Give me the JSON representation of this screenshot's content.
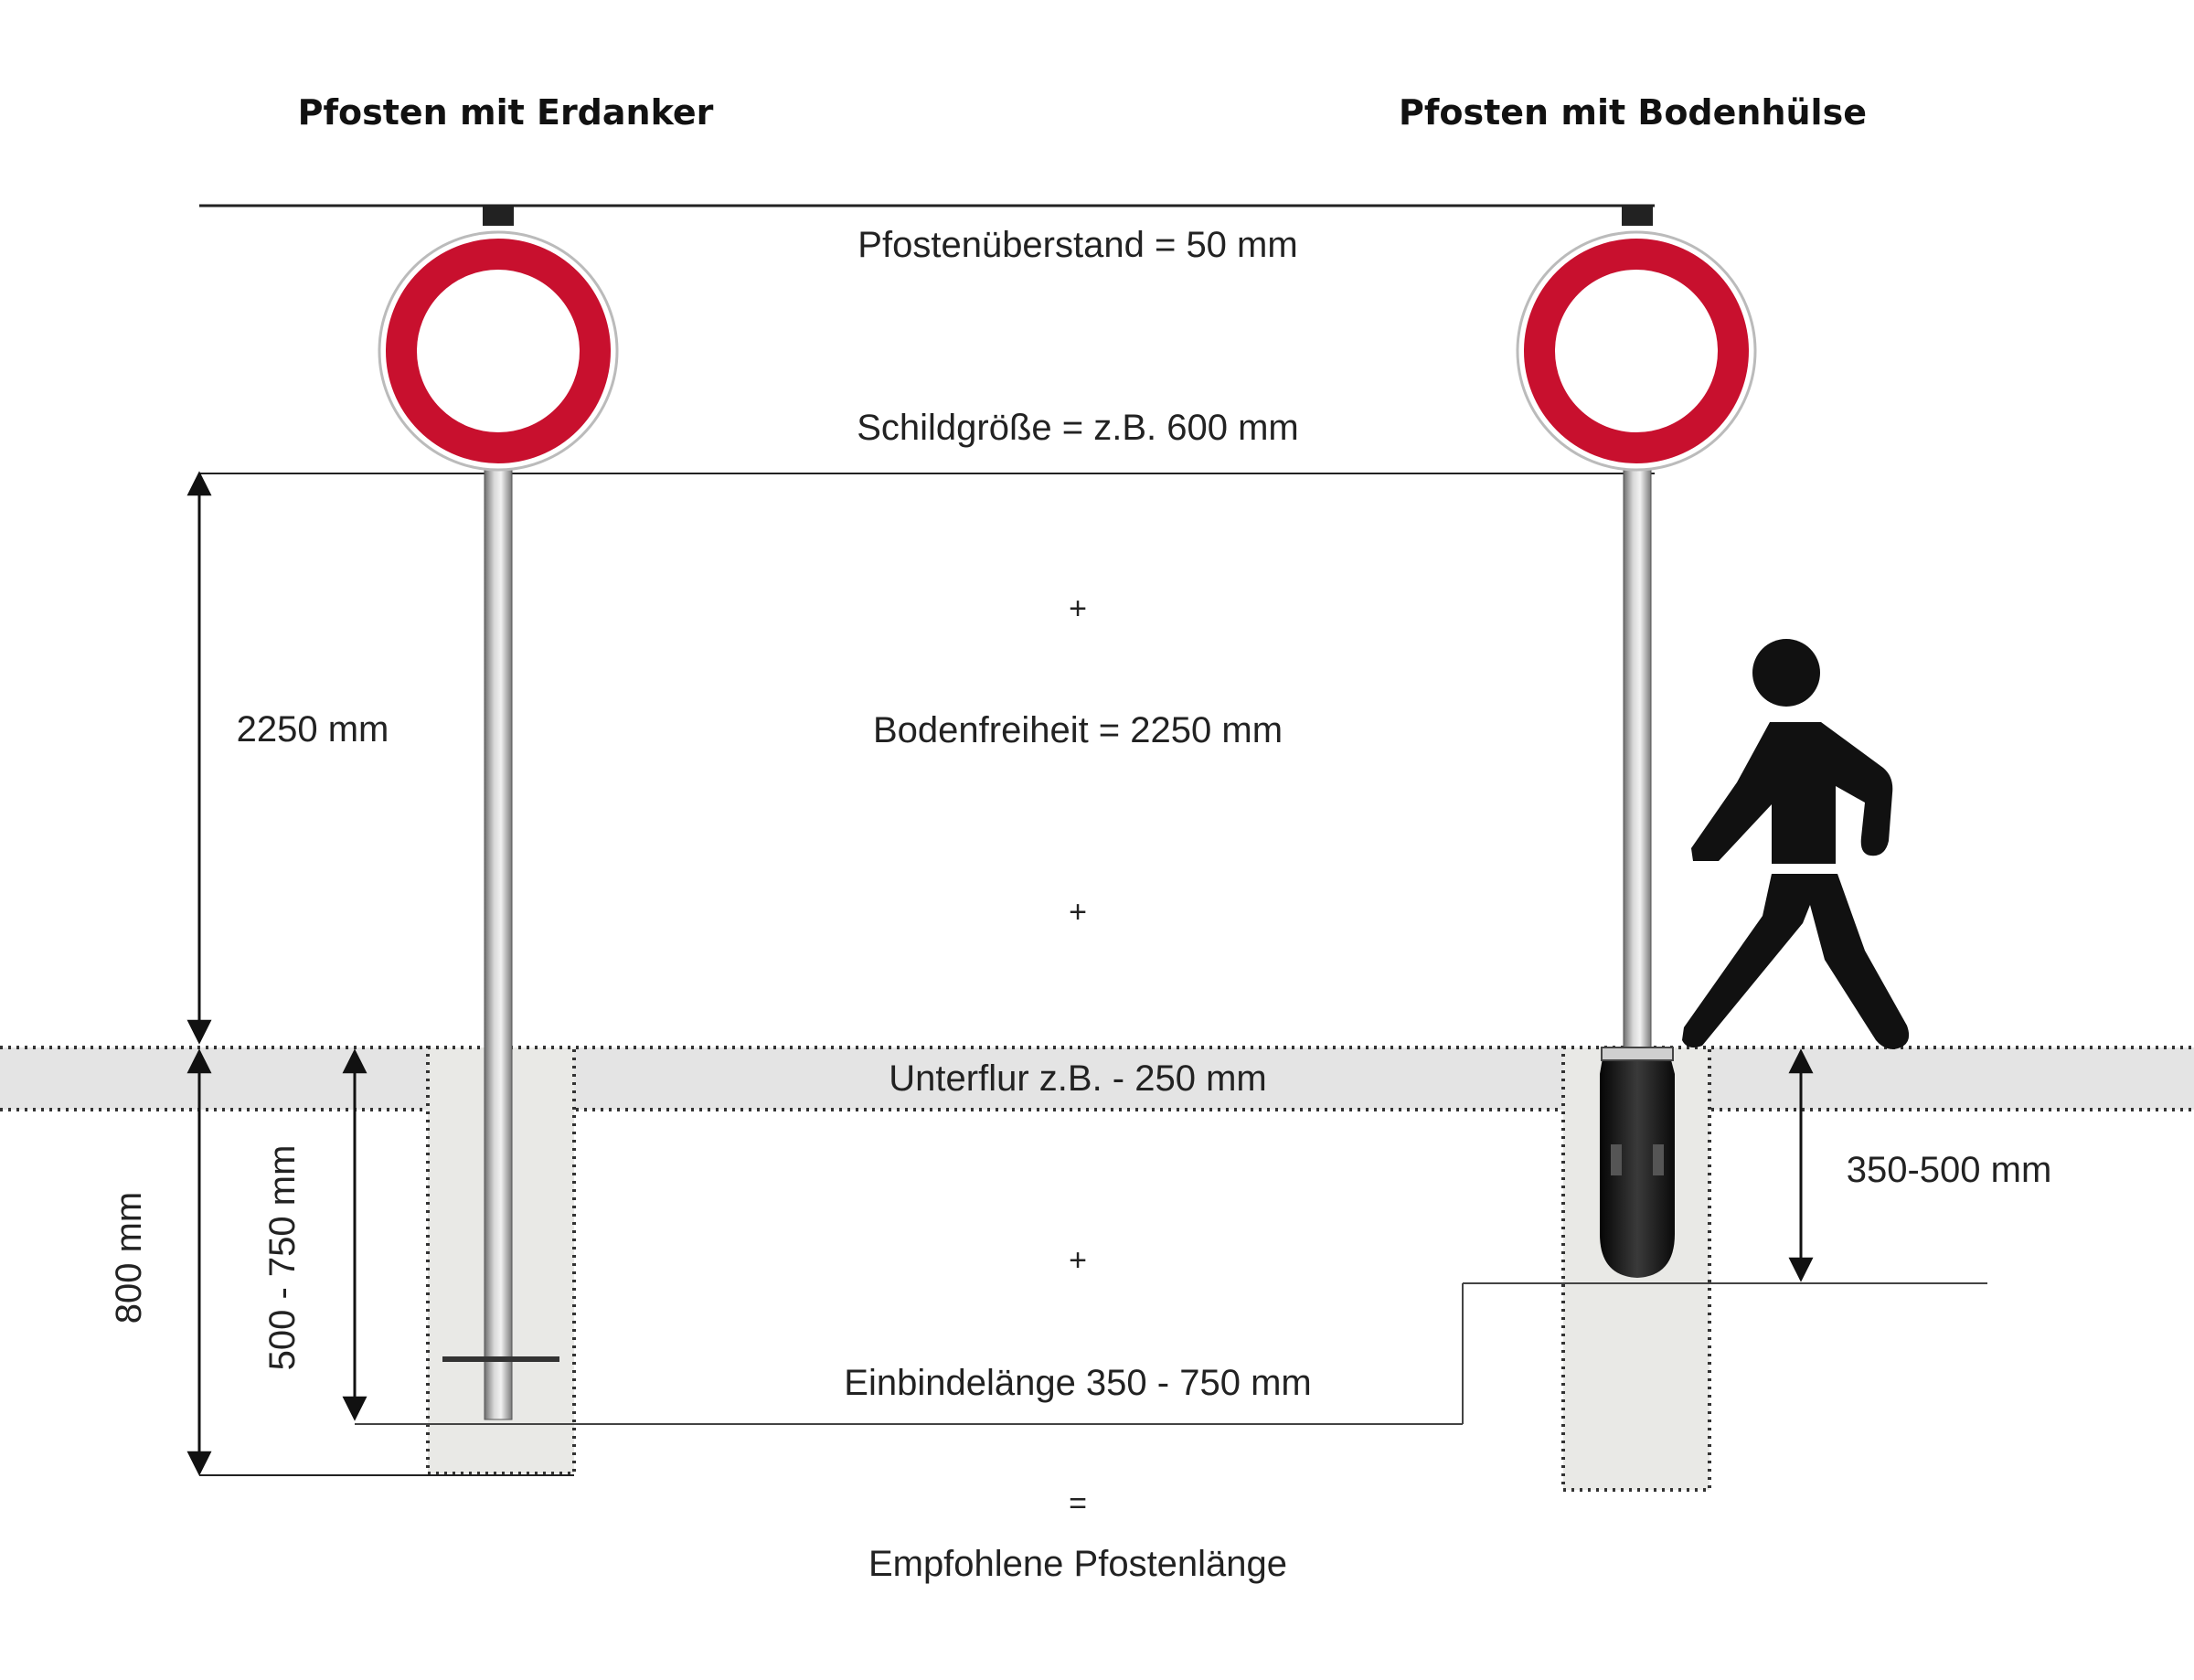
{
  "titles": {
    "left": "Pfosten mit Erdanker",
    "right": "Pfosten mit Bodenhülse"
  },
  "center_labels": {
    "overhang": "Pfostenüberstand = 50 mm",
    "sign_size": "Schildgröße = z.B. 600 mm",
    "plus1": "+",
    "clearance": "Bodenfreiheit = 2250 mm",
    "plus2": "+",
    "underground": "Unterflur z.B. - 250 mm",
    "plus3": "+",
    "embedding": "Einbindelänge 350 - 750 mm",
    "equals": "=",
    "result": "Empfohlene Pfostenlänge"
  },
  "dimensions": {
    "clearance_height": "2250 mm",
    "foundation_depth": "800 mm",
    "anchor_depth": "500 - 750 mm",
    "sleeve_depth": "350-500 mm"
  },
  "colors": {
    "sign_red": "#c8102e",
    "ground": "#e4e4e4",
    "concrete": "#e9e9e6",
    "pedestrian": "#111111",
    "post": "#9a9a9a"
  },
  "icons": {
    "left_sign": "prohibition-sign-icon",
    "right_sign": "prohibition-sign-icon",
    "pedestrian": "pedestrian-icon",
    "ground_sleeve": "ground-sleeve-icon"
  }
}
